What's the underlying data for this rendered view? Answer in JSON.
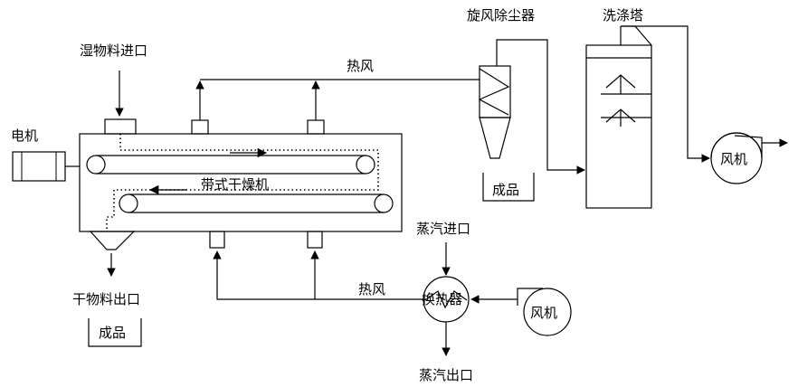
{
  "labels": {
    "wet_inlet": "湿物料进口",
    "motor": "电机",
    "hot_air_top": "热风",
    "hot_air_bottom": "热风",
    "dryer": "带式干燥机",
    "dry_outlet": "干物料出口",
    "product_left": "成品",
    "cyclone": "旋风除尘器",
    "product_cyclone": "成品",
    "scrubber": "洗涤塔",
    "fan_right": "风机",
    "steam_in": "蒸汽进口",
    "heat_exchanger": "换热器",
    "steam_out": "蒸汽出口",
    "fan_bottom": "风机"
  }
}
